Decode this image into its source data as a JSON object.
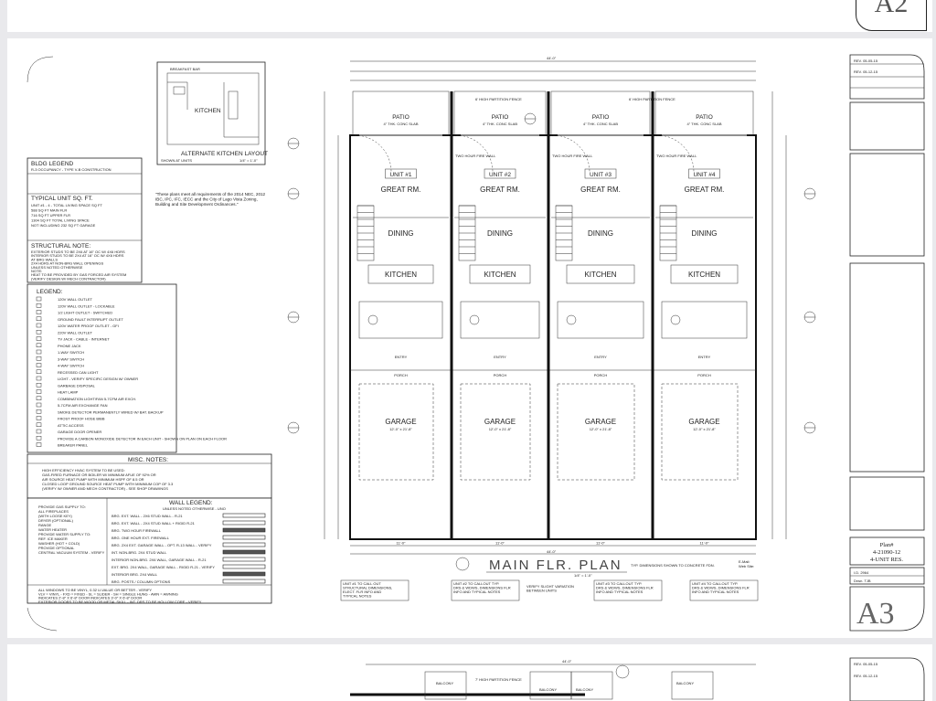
{
  "top_sheet": {
    "sheet_number": "A2"
  },
  "main_sheet": {
    "sheet_number": "A3",
    "alternate_kitchen": {
      "room": "KITCHEN",
      "top_label": "BREAKFAST BAR",
      "title": "ALTERNATE KITCHEN LAYOUT",
      "scale": "1/4\" = 1'-0\"",
      "note": "SHOWN AT UNITS"
    },
    "compliance_note": "\"These plans meet all requirements of the 2014 NEC, 2012 IBC, IPC, IFC, IECC and the City of Lago Vista Zoning, Building and Site Development Ordinances.\"",
    "bldg_legend": {
      "title": "BLDG LEGEND",
      "occupancy": "R-3 OCCUPANCY - TYPE V-B CONSTRUCTION",
      "sqft_title": "TYPICAL UNIT SQ. FT.",
      "sqft_lines": [
        "UNIT #1 - 4 - TOTAL LIVING SPACE SQ FT",
        "588 SQ FT MAIN FLR",
        "716 SQ FT UPPER FLR",
        "1304 SQ FT TOTAL LIVING SPACE",
        "NOT INCLUDING 232 SQ FT GARAGE"
      ],
      "structural_title": "STRUCTURAL NOTE:",
      "structural_lines": [
        "EXTERIOR STUDS TO BE 2X6 AT 16\" OC W/ 4X6 HDRS",
        "INTERIOR STUDS TO BE 2X4 AT 16\" OC W/ 4X6 HDRS",
        "AT BRG WALLS",
        "2X4 HDRS AT NON-BRG WALL OPENINGS",
        "UNLESS NOTED OTHERWISE",
        "NOTE:",
        "HEAT TO BE PROVIDED BY GAS FORCED AIR SYSTEM",
        "(VERIFY DESIGN W/ MECH CONTRACTOR)"
      ]
    },
    "legend": {
      "title": "LEGEND:",
      "items": [
        "120V WALL OUTLET",
        "120V WALL OUTLET - LOCKABLE",
        "1/2 LIGHT OUTLET - SWITCHED",
        "GROUND FAULT INTERRUPT OUTLET",
        "120V WATER PROOF OUTLET - GFI",
        "220V WALL OUTLET",
        "TV JACK - CABLE - INTERNET",
        "PHONE JACK",
        "1-WAY SWITCH",
        "3-WAY SWITCH",
        "4-WAY SWITCH",
        "RECESSED CAN LIGHT",
        "LIGHT - VERIFY SPECIFIC DESIGN W/ OWNER",
        "GARBAGE DISPOSAL",
        "HEAT LAMP",
        "COMBINATION LIGHT/FAN 5-7CFM AIR EXCH.",
        "5-7CFM AIR EXCHANGE FAN",
        "SMOKE DETECTOR PERMANENTLY WIRED W/ BAT. BACKUP",
        "FROST PROOF HOSE BIBB",
        "ATTIC ACCESS",
        "GARAGE DOOR OPENER",
        "PROVIDE A CARBON MONOXIDE DETECTOR IN EACH UNIT - SHOWN ON PLAN ON EACH FLOOR",
        "BREAKER PANEL"
      ]
    },
    "misc_notes": {
      "title": "MISC. NOTES:",
      "lines": [
        "HIGH EFFICIENCY HVAC SYSTEM TO BE USED:",
        "GAS-FIRED FURNACE OR BOILER W/ MINIMUM AFUE OF 92% OR",
        "AIR SOURCE HEAT PUMP WITH MINIMUM HSPF OF 8.5 OR",
        "CLOSED LOOP GROUND SOURCE HEAT PUMP WITH MINIMUM COP OF 3.3",
        "(VERIFY W/ OWNER AND MECH CONTRACTOR) - SEE SHOP DRAWINGS"
      ]
    },
    "supply_notes": [
      "PROVIDE GAS SUPPLY TO:",
      "ALL FIREPLACES",
      "(WITH LOOSE KEY)",
      "DRYER (OPTIONAL)",
      "RANGE",
      "WATER HEATER",
      "PROVIDE WATER SUPPLY TO:",
      "REF. ICE MAKER",
      "WASHER (HOT + COLD)",
      "PROVIDE OPTIONAL",
      "CENTRAL VACUUM SYSTEM - VERIFY"
    ],
    "wall_legend": {
      "title": "WALL LEGEND:",
      "subtitle": "UNLESS NOTED OTHERWISE - UNO",
      "items": [
        "BRG. EXT. WALL - 2X6 STUD WALL - R-21",
        "BRG. EXT. WALL - 2X4 STUD WALL + RIGID R-21",
        "BRG. TWO HOUR FIREWALL",
        "BRG. ONE HOUR EXT. FIREWALL",
        "BRG. 2X4 EXT. GARAGE WALL - OPT. R-13 WALL - VERIFY",
        "INT. NON-BRG. 2X4 STUD WALL",
        "INTERIOR NON-BRG. 2X6 WALL, GARAGE WALL - R-21",
        "EXT. BRG. 2X4 WALL, GARAGE WALL - RIGID R-21 - VERIFY",
        "INTERIOR BRG. 2X4 WALL",
        "BRG. POSTS / COLUMN OPTIONS"
      ],
      "footer": [
        "ALL WINDOWS TO BE VINYL, 0.32 U-VALUE OR BETTER - VERIFY",
        "VLV = VINYL - FXD = FIXED - SL = SLIDER - SH = SINGLE HUNG - AWN = AWNING",
        "INDICATES 2'-8\" X 6'-8\" DOOR    INDICATES 3'-0\" X 6'-8\" DOOR",
        "EXTERIOR DOORS TO BE WOOD OR METAL SKILL - INT. DRS TO BE HOLLOW CORE - VERIFY"
      ]
    },
    "plan": {
      "title": "MAIN FLR. PLAN",
      "title_note": "TYP. DIMENSIONS SHOWN TO CONCRETE FDN.",
      "overall_dim": "44'-0\"",
      "unit_dim": "11'-0\"",
      "scale": "1/4\" = 1'-0\"",
      "email_label": "E-Mail:",
      "web_label": "Web Site:",
      "units": [
        {
          "label": "UNIT #1",
          "patio": "PATIO",
          "great": "GREAT RM.",
          "dining": "DINING",
          "kitchen": "KITCHEN",
          "entry": "ENTRY",
          "porch": "PORCH",
          "garage": "GARAGE",
          "size": "12'-0\" x 21'-8\""
        },
        {
          "label": "UNIT #2",
          "patio": "PATIO",
          "great": "GREAT RM.",
          "dining": "DINING",
          "kitchen": "KITCHEN",
          "entry": "ENTRY",
          "porch": "PORCH",
          "garage": "GARAGE",
          "size": "12'-0\" x 21'-8\""
        },
        {
          "label": "UNIT #3",
          "patio": "PATIO",
          "great": "GREAT RM.",
          "dining": "DINING",
          "kitchen": "KITCHEN",
          "entry": "ENTRY",
          "porch": "PORCH",
          "garage": "GARAGE",
          "size": "12'-0\" x 21'-8\""
        },
        {
          "label": "UNIT #4",
          "patio": "PATIO",
          "great": "GREAT RM.",
          "dining": "DINING",
          "kitchen": "KITCHEN",
          "entry": "ENTRY",
          "porch": "PORCH",
          "garage": "GARAGE",
          "size": "12'-0\" x 21'-8\""
        }
      ],
      "firewall_label": "TWO HOUR FIRE WALL",
      "patio_slab": "4\" THK. CONC SLAB",
      "fence": "6' HIGH PARTITION FENCE",
      "callouts": [
        "UNIT #1 TO CALL OUT STRUCTURAL DIMENSIONS, ELECT. FLR INFO AND TYPICAL NOTES",
        "UNIT #2 TO CALLOUT TYP. DRS & WDWS, DIMENSIONS FLR INFO AND TYPICAL NOTES",
        "VERIFY SLIGHT VARIATION BETWEEN UNITS",
        "UNIT #3 TO CALLOUT TYP. DRS & WDWS, DIMENSIONS FLR INFO AND TYPICAL NOTES",
        "UNIT #4 TO CALLOUT TYP. DRS & WDWS, DIMENSIONS FLR INFO AND TYPICAL NOTES"
      ]
    },
    "title_block": {
      "revisions": [
        "REV. 05-05-15",
        "REV. 05-12-15"
      ],
      "plan_label": "Plan#",
      "plan_number": "4-21090-12",
      "plan_desc": "4-UNIT RES.",
      "id_label": "I.D. 2964",
      "drawn_label": "Drwn. TJB"
    }
  },
  "bottom_sheet": {
    "overall_dim": "44'-0\"",
    "labels": [
      "BALCONY",
      "BALCONY",
      "BALCONY",
      "BALCONY"
    ],
    "fence": "7' HIGH PARTITION FENCE",
    "revisions": [
      "REV. 05-05-15",
      "REV. 05-12-15"
    ]
  }
}
